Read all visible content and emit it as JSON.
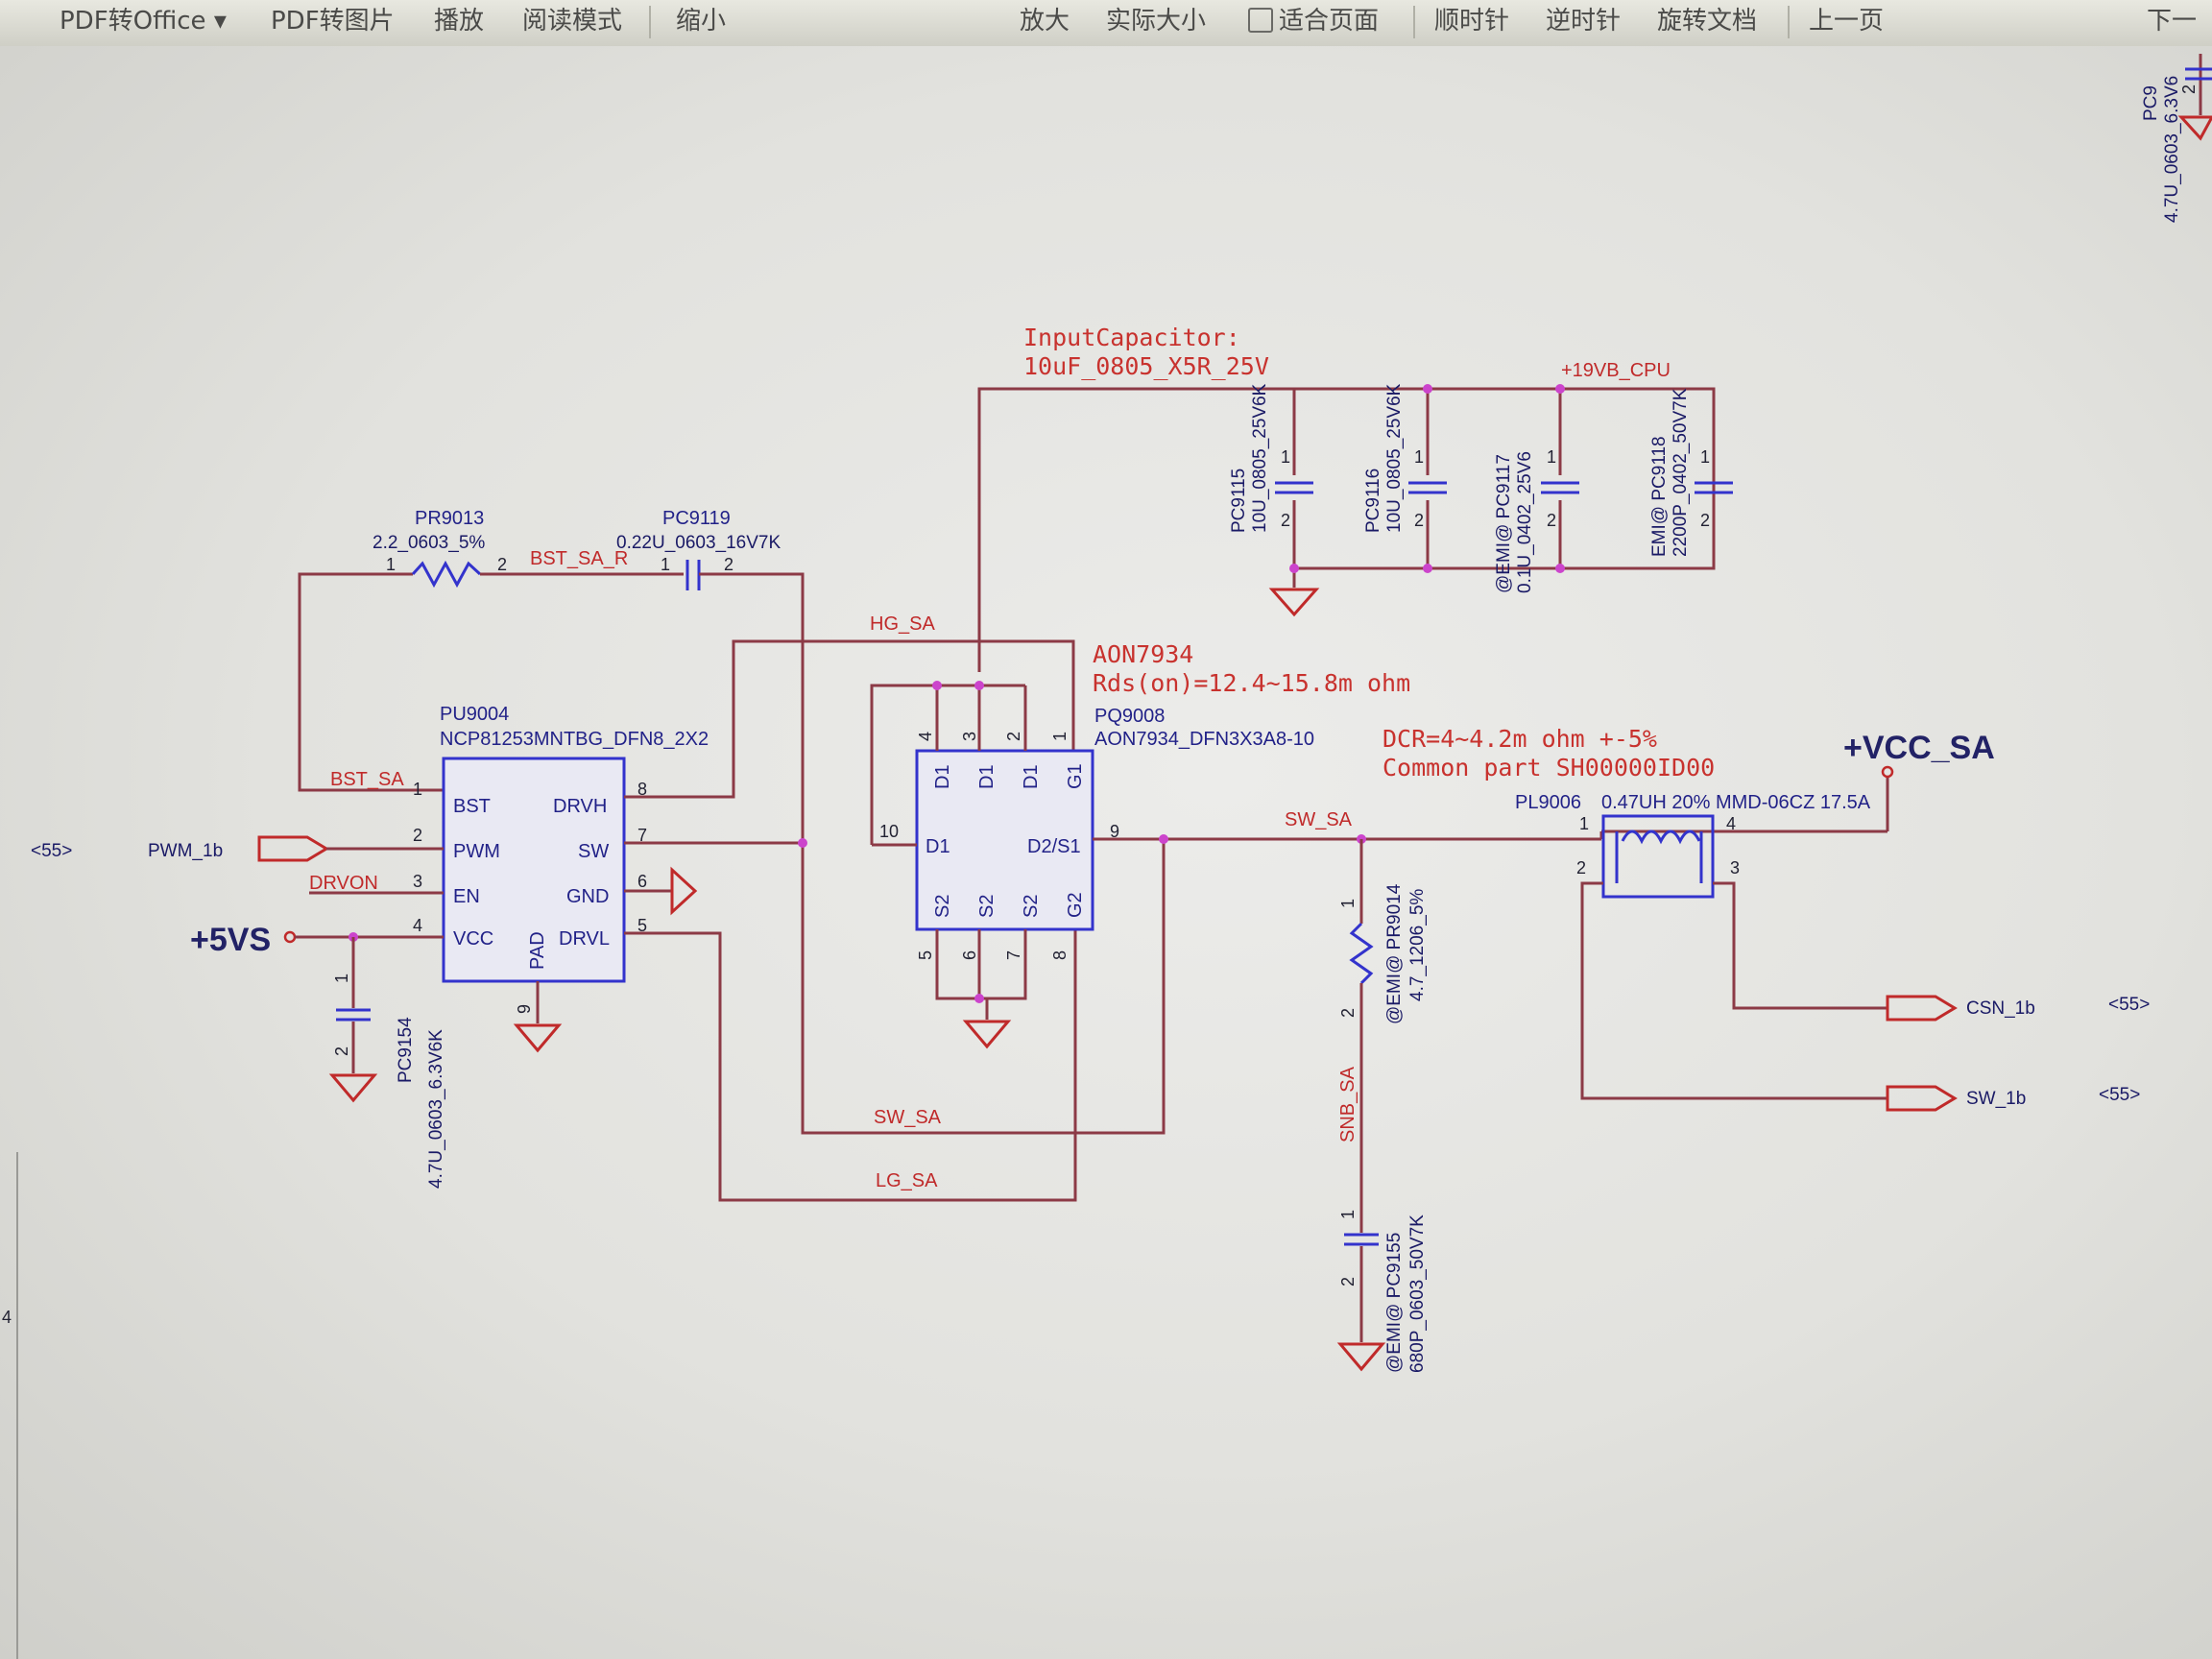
{
  "toolbar": {
    "items": [
      "PDF转Office",
      "PDF转图片",
      "播放",
      "阅读模式",
      "缩小",
      "放大",
      "实际大小",
      "适合页面",
      "顺时针",
      "逆时针",
      "旋转文档",
      "上一页",
      "下一"
    ]
  },
  "schematic": {
    "notes": {
      "input_cap_line1": "InputCapacitor:",
      "input_cap_line2": "10uF_0805_X5R_25V",
      "fet_line1": "AON7934",
      "fet_line2": "Rds(on)=12.4~15.8m  ohm",
      "dcr_line1": "DCR=4~4.2m  ohm  +-5%",
      "dcr_line2": "Common  part  SH00000ID00"
    },
    "power": {
      "vs5": "+5VS",
      "vcc_sa": "+VCC_SA",
      "b19": "+19VB_CPU"
    },
    "ic": {
      "ref": "PU9004",
      "part": "NCP81253MNTBG_DFN8_2X2",
      "pins_left": [
        "BST",
        "PWM",
        "EN",
        "VCC"
      ],
      "pins_right": [
        "DRVH",
        "SW",
        "GND",
        "DRVL"
      ],
      "pad": "PAD",
      "nums_left": [
        "1",
        "2",
        "3",
        "4"
      ],
      "nums_right": [
        "8",
        "7",
        "6",
        "5"
      ],
      "pad_num": "9"
    },
    "fet": {
      "ref": "PQ9008",
      "part": "AON7934_DFN3X3A8-10",
      "top_pins": [
        "D1",
        "D1",
        "D1",
        "G1"
      ],
      "top_nums": [
        "4",
        "3",
        "2",
        "1"
      ],
      "bottom_pins": [
        "S2",
        "S2",
        "S2",
        "G2"
      ],
      "bottom_nums": [
        "5",
        "6",
        "7",
        "8"
      ],
      "left_pin": "D1",
      "left_num": "10",
      "right_pin": "D2/S1",
      "right_num": "9"
    },
    "resistor_bst": {
      "ref": "PR9013",
      "value": "2.2_0603_5%",
      "pin1": "1",
      "pin2": "2"
    },
    "cap_bst": {
      "ref": "PC9119",
      "value": "0.22U_0603_16V7K",
      "pin1": "1",
      "pin2": "2"
    },
    "input_caps": [
      {
        "ref": "PC9115",
        "value": "10U_0805_25V6K",
        "prefix": ""
      },
      {
        "ref": "PC9116",
        "value": "10U_0805_25V6K",
        "prefix": ""
      },
      {
        "ref": "PC9117",
        "value": "0.1U_0402_25V6",
        "prefix": "@EMI@"
      },
      {
        "ref": "PC9118",
        "value": "2200P_0402_50V7K",
        "prefix": "EMI@"
      }
    ],
    "cap_pin1": "1",
    "cap_pin2": "2",
    "vcc_cap": {
      "ref": "PC9154",
      "value": "4.7U_0603_6.3V6K"
    },
    "snubber_r": {
      "ref": "PR9014",
      "value": "4.7_1206_5%",
      "prefix": "@EMI@"
    },
    "snubber_c": {
      "ref": "PC9155",
      "value": "680P_0603_50V7K",
      "prefix": "@EMI@"
    },
    "corner_cap": {
      "ref": "PC9",
      "value": "4.7U_0603_6.3V6"
    },
    "inductor": {
      "ref": "PL9006",
      "value": "0.47UH 20% MMD-06CZ 17.5A",
      "pins": [
        "1",
        "2",
        "3",
        "4"
      ]
    },
    "nets": {
      "bst_sa": "BST_SA",
      "bst_sa_r": "BST_SA_R",
      "hg_sa": "HG_SA",
      "sw_sa": "SW_SA",
      "lg_sa": "LG_SA",
      "snb_sa": "SNB_SA",
      "pwm": "PWM_1b",
      "drvon": "DRVON",
      "csn": "CSN_1b",
      "sw1b": "SW_1b"
    },
    "page_refs": [
      "<55>",
      "<55>",
      "<55>"
    ],
    "margin_marks": [
      "4"
    ]
  }
}
